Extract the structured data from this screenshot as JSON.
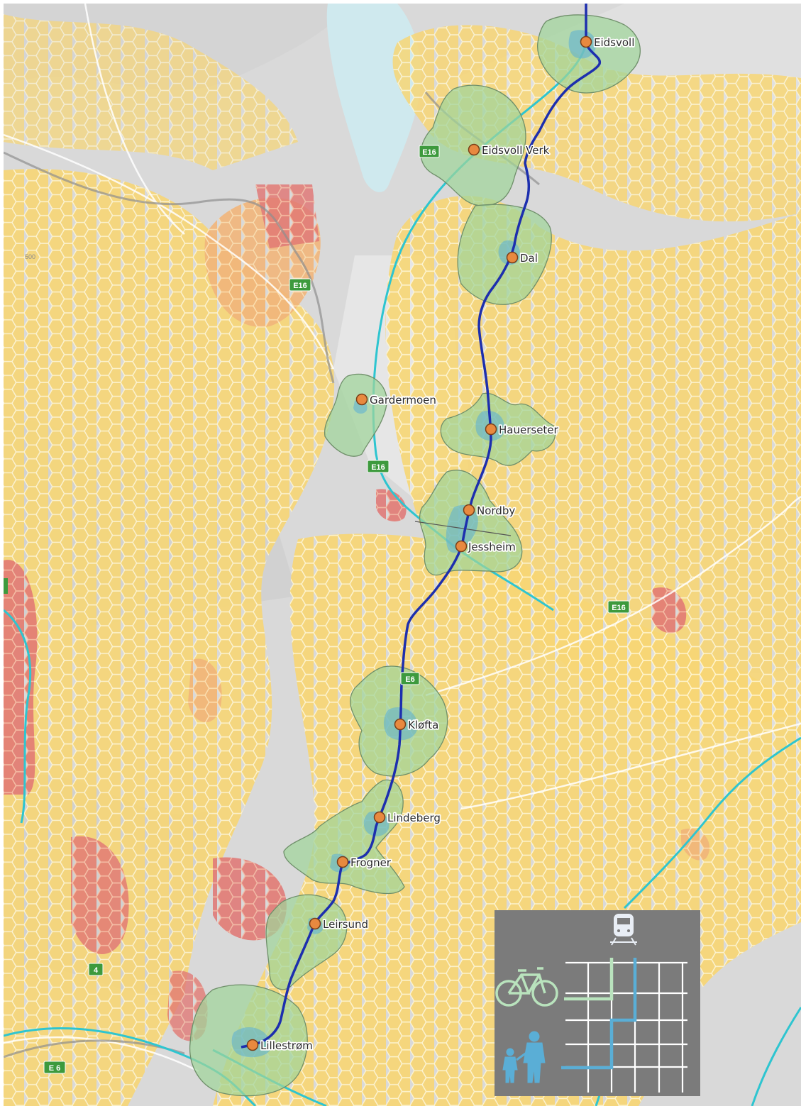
{
  "stations": [
    {
      "name": "Eidsvoll"
    },
    {
      "name": "Eidsvoll Verk"
    },
    {
      "name": "Dal"
    },
    {
      "name": "Gardermoen"
    },
    {
      "name": "Hauerseter"
    },
    {
      "name": "Nordby"
    },
    {
      "name": "Jessheim"
    },
    {
      "name": "Kløfta"
    },
    {
      "name": "Lindeberg"
    },
    {
      "name": "Frogner"
    },
    {
      "name": "Leirsund"
    },
    {
      "name": "Lillestrøm"
    }
  ],
  "road_shields": [
    {
      "label": "E16"
    },
    {
      "label": "E16"
    },
    {
      "label": "E16"
    },
    {
      "label": "E16"
    },
    {
      "label": "E6"
    },
    {
      "label": "E6"
    },
    {
      "label": "4"
    },
    {
      "label": "E 6"
    }
  ],
  "contour_label": "500",
  "legend": {
    "icons": [
      "train-icon",
      "bicycle-icon",
      "pedestrian-icon"
    ]
  },
  "colors": {
    "rail_line": "#1d2fae",
    "catchment_fill": "#9fd49a",
    "station_dot": "#e8893f",
    "road_line": "#2ec5d0",
    "hex_low": "#f7d675",
    "hex_mid": "#f0a070",
    "hex_high": "#d9606f",
    "legend_bg": "#7b7b7b",
    "bike_route": "#b9e3bd",
    "walk_route": "#5aaed6"
  }
}
